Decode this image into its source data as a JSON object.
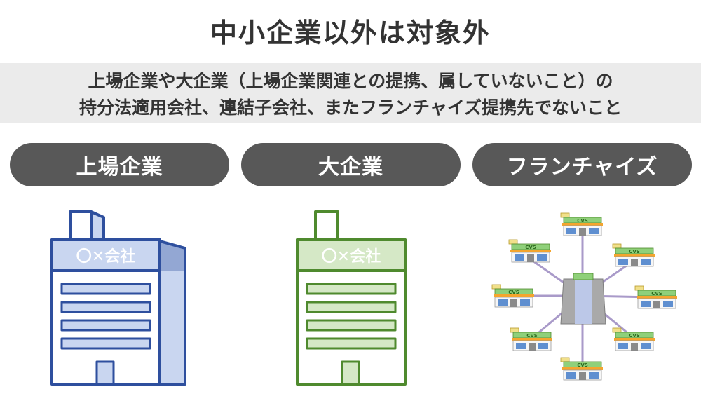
{
  "title": "中小企業以外は対象外",
  "banner": {
    "line1": "上場企業や大企業（上場企業関連との提携、属していないこと）の",
    "line2": "持分法適用会社、連結子会社、またフランチャイズ提携先でないこと"
  },
  "categories": [
    {
      "label": "上場企業"
    },
    {
      "label": "大企業"
    },
    {
      "label": "フランチャイズ"
    }
  ],
  "buildings": {
    "sign": "〇✕会社",
    "listed_color": "#2e4f9e",
    "listed_fill": "#c9d6f0",
    "large_color": "#4f8a2e",
    "large_fill": "#d5e8c6"
  },
  "network": {
    "store_sign": "CVS",
    "hub_color": "#a9a9a9",
    "link_color": "#a99ac9"
  }
}
